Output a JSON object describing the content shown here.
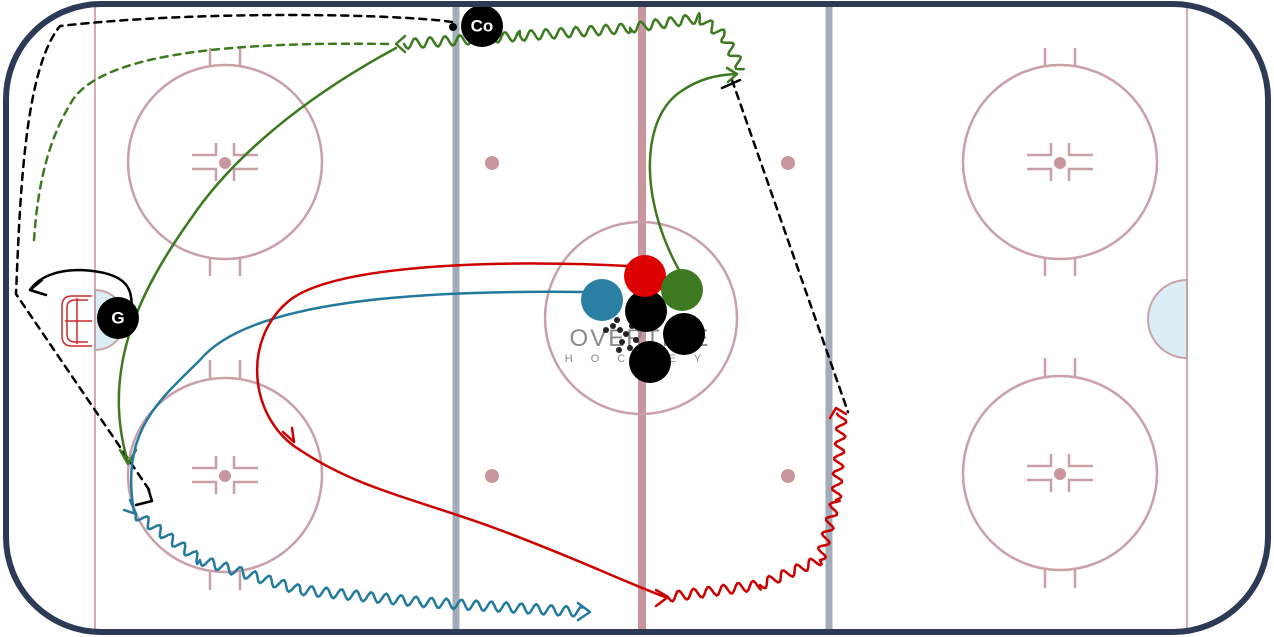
{
  "players": {
    "coach": {
      "label": "Co"
    },
    "goalie": {
      "label": "G"
    }
  },
  "logo": {
    "line1": "OVERTIME",
    "line2": "HOCKEY"
  },
  "colors": {
    "boards": "#2c3a55",
    "rink_lines": "#c9a0a8",
    "center_line": "#c9969e",
    "blue_lines": "#a3adb9",
    "crease": "#dbeef6",
    "net": "#cc2a2a",
    "red_route": "#cc0000",
    "blue_route": "#237a9c",
    "green_route": "#3d7a1f",
    "black_route": "#000000",
    "red_player": "#dd0000",
    "blue_player": "#2a7fa3",
    "green_player": "#3e7a22",
    "black_player": "#000000"
  }
}
